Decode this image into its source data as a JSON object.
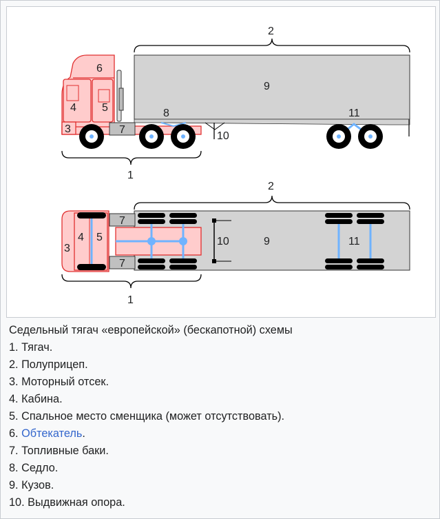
{
  "diagram": {
    "labels": {
      "l1_side": "1",
      "l1_top": "1",
      "l2_side": "2",
      "l2_top": "2",
      "l3_side": "3",
      "l3_top": "3",
      "l4_side": "4",
      "l4_top": "4",
      "l5_side": "5",
      "l5_top": "5",
      "l6": "6",
      "l7_side": "7",
      "l7_top_a": "7",
      "l7_top_b": "7",
      "l8": "8",
      "l9_side": "9",
      "l9_top": "9",
      "l10_side": "10",
      "l10_top": "10",
      "l11_side": "11",
      "l11_top": "11"
    },
    "colors": {
      "trailer_fill": "#d3d3d3",
      "tractor_fill": "#ffcccc",
      "tractor_stroke": "#e03030",
      "axle_blue": "#6fb3ff"
    }
  },
  "caption": {
    "title": "Седельный тягач «европейской» (бескапотной) схемы",
    "items": [
      {
        "text": "1. Тягач."
      },
      {
        "text": "2. Полуприцеп."
      },
      {
        "text": "3. Моторный отсек."
      },
      {
        "text": "4. Кабина."
      },
      {
        "text": "5. Спальное место сменщика (может отсутствовать)."
      },
      {
        "num": "6. ",
        "link": "Обтекатель",
        "tail": "."
      },
      {
        "text": "7. Топливные баки."
      },
      {
        "text": "8. Седло."
      },
      {
        "text": "9. Кузов."
      },
      {
        "text": "10. Выдвижная опора."
      }
    ]
  }
}
